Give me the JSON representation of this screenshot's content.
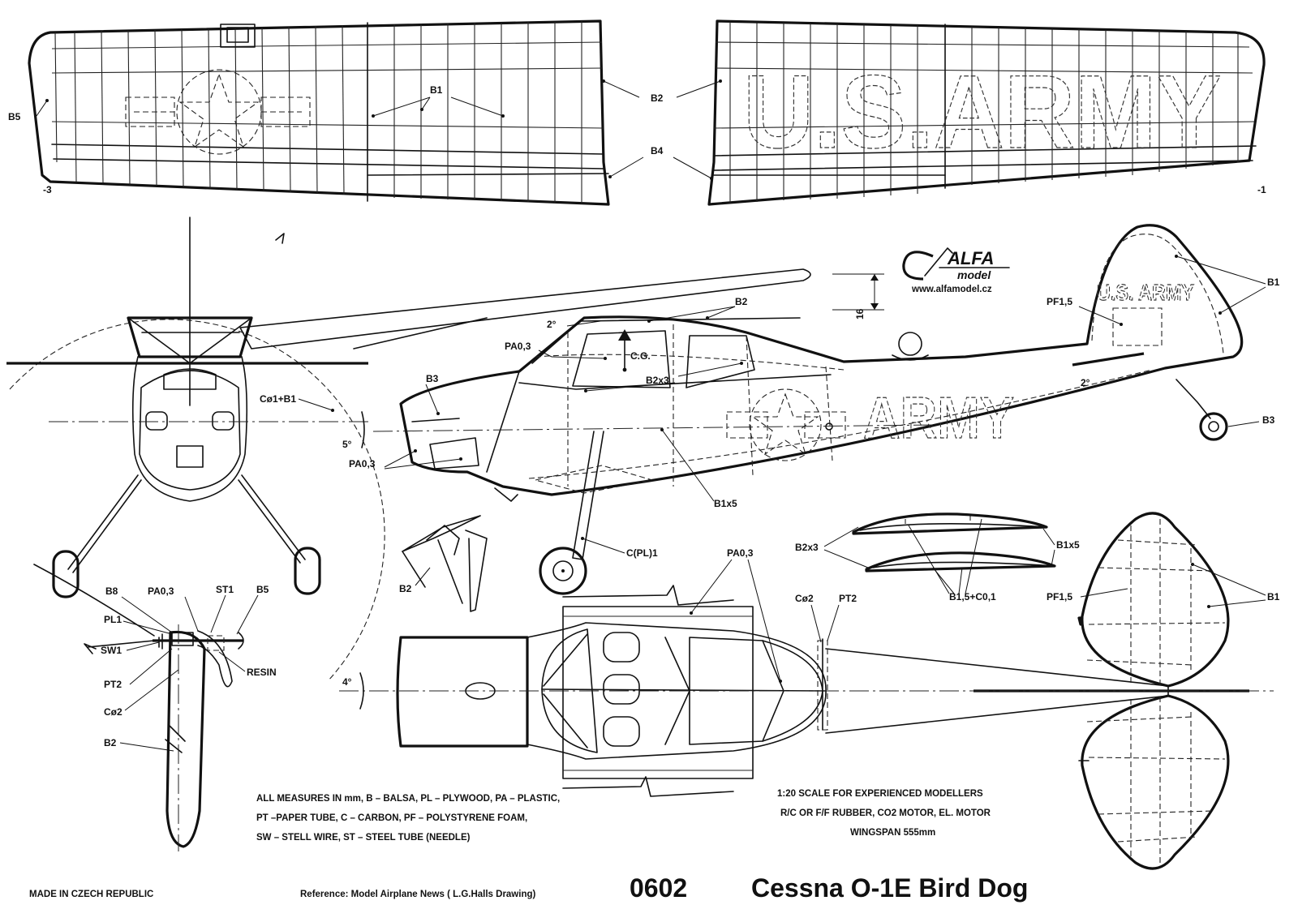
{
  "labels": {
    "b5_wing": "B5",
    "b1_wing": "B1",
    "b2_wing": "B2",
    "b4_wing": "B4",
    "minus3": "-3",
    "minus1": "-1",
    "b2_top": "B2",
    "pa03_top": "PA0,3",
    "b3_nose": "B3",
    "cg": "C.G.",
    "b2x3_side": "B2x3",
    "co1b1": "Cø1+B1",
    "pa03_nose": "PA0,3",
    "b1x5_side": "B1x5",
    "cpl1": "C(PL)1",
    "pf15_fin": "PF1,5",
    "b1_fin": "B1",
    "b3_tail": "B3",
    "deg2_top": "2°",
    "deg2_tail": "2°",
    "deg5": "5°",
    "deg4": "4°",
    "dim16": "16",
    "b2_strut": "B2",
    "pa03_plan": "PA0,3",
    "b2x3_rib": "B2x3",
    "b1x5_rib": "B1x5",
    "b15c01": "B1,5+C0,1",
    "co2_plan": "Cø2",
    "pt2_plan": "PT2",
    "pf15_stab": "PF1,5",
    "b1_stab": "B1",
    "b8": "B8",
    "pa03_prop": "PA0,3",
    "st1": "ST1",
    "b5_prop": "B5",
    "pl1": "PL1",
    "sw1": "SW1",
    "pt2_prop": "PT2",
    "resin": "RESIN",
    "co2_prop": "Cø2",
    "b2_prop": "B2"
  },
  "markings": {
    "usarmy_wing": "U.S.ARMY",
    "usarmy_fin": "U.S. ARMY",
    "army_fuselage": "ARMY"
  },
  "logo": {
    "brand": "ALFA",
    "sub": "model",
    "url": "www.alfamodel.cz"
  },
  "notes": {
    "legend_1": "ALL MEASURES IN mm, B – BALSA, PL – PLYWOOD, PA – PLASTIC,",
    "legend_2": "PT –PAPER TUBE, C – CARBON, PF – POLYSTYRENE FOAM,",
    "legend_3": "SW – STELL WIRE, ST – STEEL TUBE (NEEDLE)",
    "scale_1": "1:20 SCALE FOR EXPERIENCED MODELLERS",
    "scale_2": "R/C OR  F/F RUBBER, CO2 MOTOR, EL. MOTOR",
    "scale_3": "WINGSPAN  555mm"
  },
  "footer": {
    "made_in": "MADE IN CZECH REPUBLIC",
    "reference": "Reference: Model Airplane News ( L.G.Halls Drawing)",
    "plan_number": "0602",
    "title": "Cessna O-1E Bird Dog"
  }
}
